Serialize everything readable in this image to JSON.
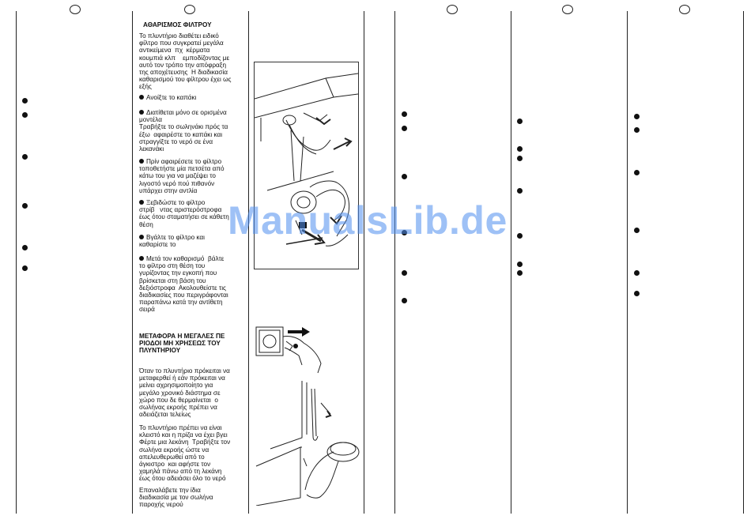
{
  "watermark": "ManualsLib.de",
  "filter_section": {
    "heading": "ΑΘΑΡΙΣΜΟΣ ΦΙΛΤΡΟΥ",
    "intro": "Το πλυντήριο διαθέτει ειδικό\nφίλτρο που συγκρατεί μεγάλα\nαντικείμενα  πχ  κέρματα\nκουμπιά κλπ    εμποδίζοντας με\nαυτό τον τρόπο την απόφραξη\nτης αποχέτευσης  Η διαδικασία\nκαθαρισμού του φίλτρου έχει ως\nεξής",
    "step1": "Ανοίξτε το καπάκι",
    "step2": "Διατίθεται μόνο σε ορισμένα\nμοντέλα\nΤραβήξτε το σωληνάκι πρός τα\nέξω  αφαιρέστε το καπάκι και\nστραγγίξτε το νερό σε ένα\nλεκανάκι",
    "step3": "Πρίν αφαιρέσετε το φίλτρο\nτοποθετήστε μία πετσέτα από\nκάτω του για να μαζέψει το\nλιγοστό νερό πού πιθανόν\nυπάρχει στην αντλία",
    "step4": "Ξεβιδώστε το φίλτρο\nστρίβ   ντας αριστερόστροφα\nέως ότου σταματήσει σε κάθετη\nθέση",
    "step5": "Βγάλτε το φίλτρο και\nκαθαρίστε το",
    "step6": "Μετά τον καθαρισμό  βάλτε\nτο φίλτρο στη θέση του\nγυρίζοντας την εγκοπή που\nβρίσκεται στη βάση του\nδεξιόστροφα  Ακολουθείστε τις\nδιαδικασίες που περιγράφονται\nπαραπάνω κατά την αντίθετη\nσειρά"
  },
  "transport_section": {
    "heading": "ΜΕΤΑΦΟΡΑ Η ΜΕΓΑΛΕΣ ΠΕ\nΡΙΟΔΟΙ ΜΗ ΧΡΗΣΕΩΣ ΤΟΥ\nΠΛΥΝΤΗΡΙΟΥ",
    "para1": "Όταν το πλυντήριο πρόκειται να\nμεταφερθεί ή εάν πρόκειται να\nμείνει αχρησιμοποίητο για\nμεγάλο χρονικό διάστημα σε\nχώρο που δε θερμαίνεται  ο\nσωλήνας εκροής πρέπει να\nαδειάζεται τελείως",
    "para2": "Το πλυντήριο πρέπει να είναι\nκλειστό και η πρίζα να έχει βγει\nΦέρτε μια λεκάνη  Τραβήξτε τον\nσωλήνα εκροής ώστε να\nαπελευθερωθεί από το\nάγκιστρο  και αφήστε τον\nχαμηλά πάνω από τη λεκάνη\nέως ότου αδειάσει όλο το νερό",
    "para3": "Επαναλάβετε την ίδια\nδιαδικασία με τον σωλήνα\nπαροχής νερού"
  }
}
